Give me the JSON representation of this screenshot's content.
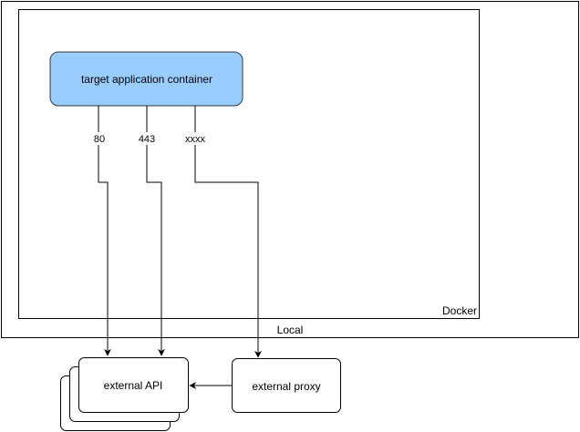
{
  "colors": {
    "stroke": "#000000",
    "background": "#ffffff",
    "container_fill": "#99CCFF",
    "container_stroke": "#36393D"
  },
  "boxes": {
    "local": "Local",
    "docker": "Docker",
    "container": "target application container",
    "api": "external API",
    "proxy": "external proxy"
  },
  "ports": {
    "p80": "80",
    "p443": "443",
    "pxxxx": "xxxx"
  }
}
